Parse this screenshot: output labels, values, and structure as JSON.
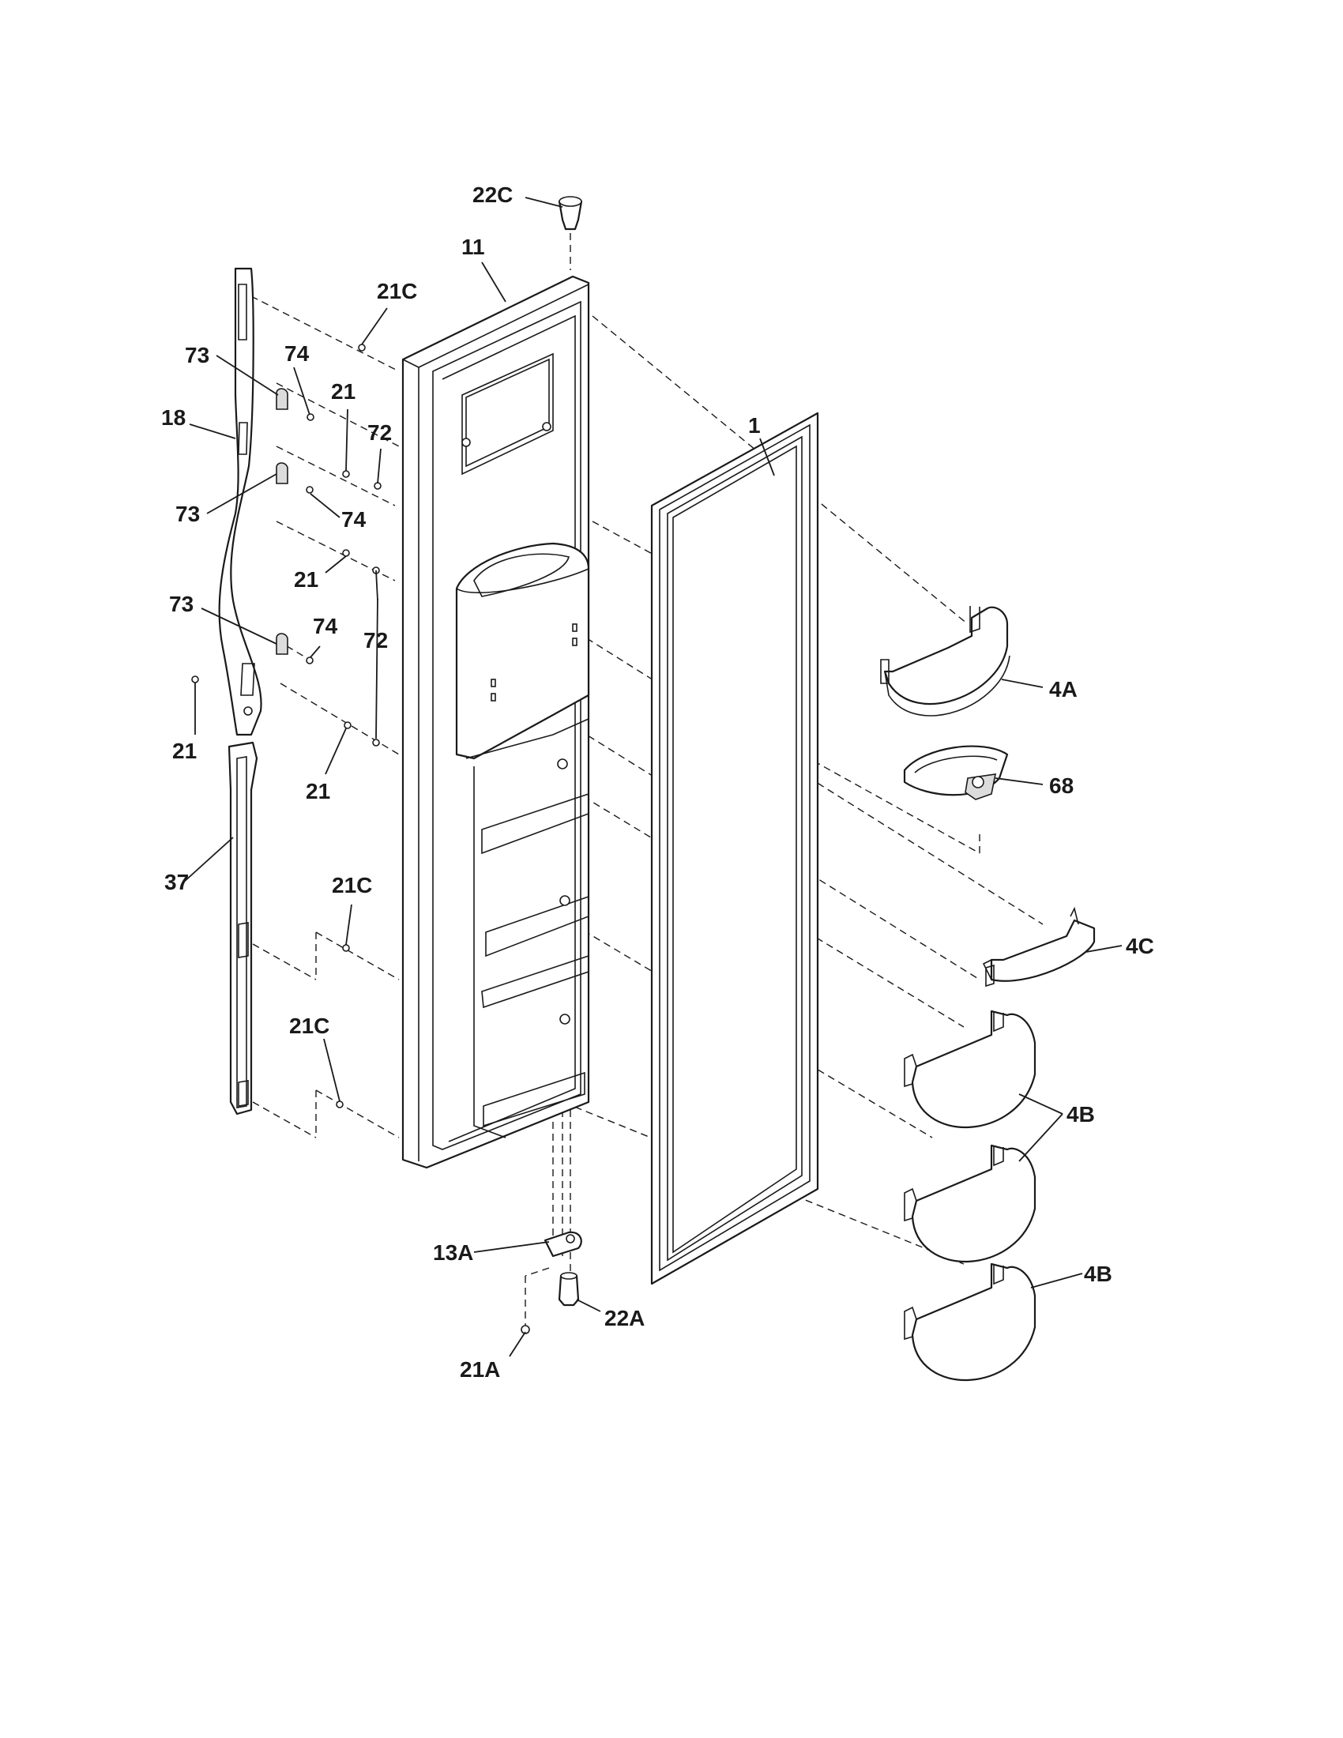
{
  "diagram": {
    "type": "exploded parts diagram",
    "part_labels": {
      "p22C": "22C",
      "p11": "11",
      "p21C_top": "21C",
      "p73_a": "73",
      "p74_a": "74",
      "p21_a": "21",
      "p72_a": "72",
      "p18": "18",
      "p73_b": "73",
      "p74_b": "74",
      "p21_b": "21",
      "p73_c": "73",
      "p74_c": "74",
      "p72_b": "72",
      "p21_c": "21",
      "p21_d": "21",
      "p1": "1",
      "p4A": "4A",
      "p68": "68",
      "p37": "37",
      "p21C_mid": "21C",
      "p4C": "4C",
      "p21C_low": "21C",
      "p4B_a": "4B",
      "p13A": "13A",
      "p22A": "22A",
      "p4B_b": "4B",
      "p21A": "21A"
    },
    "components": [
      "door-liner",
      "door-gasket",
      "upper-door-handle",
      "lower-door-handle",
      "door-bin-4a",
      "door-bin-4c",
      "door-bin-4b",
      "dispenser-cup",
      "hinge-bracket",
      "hinge-pin",
      "top-bushing"
    ]
  }
}
